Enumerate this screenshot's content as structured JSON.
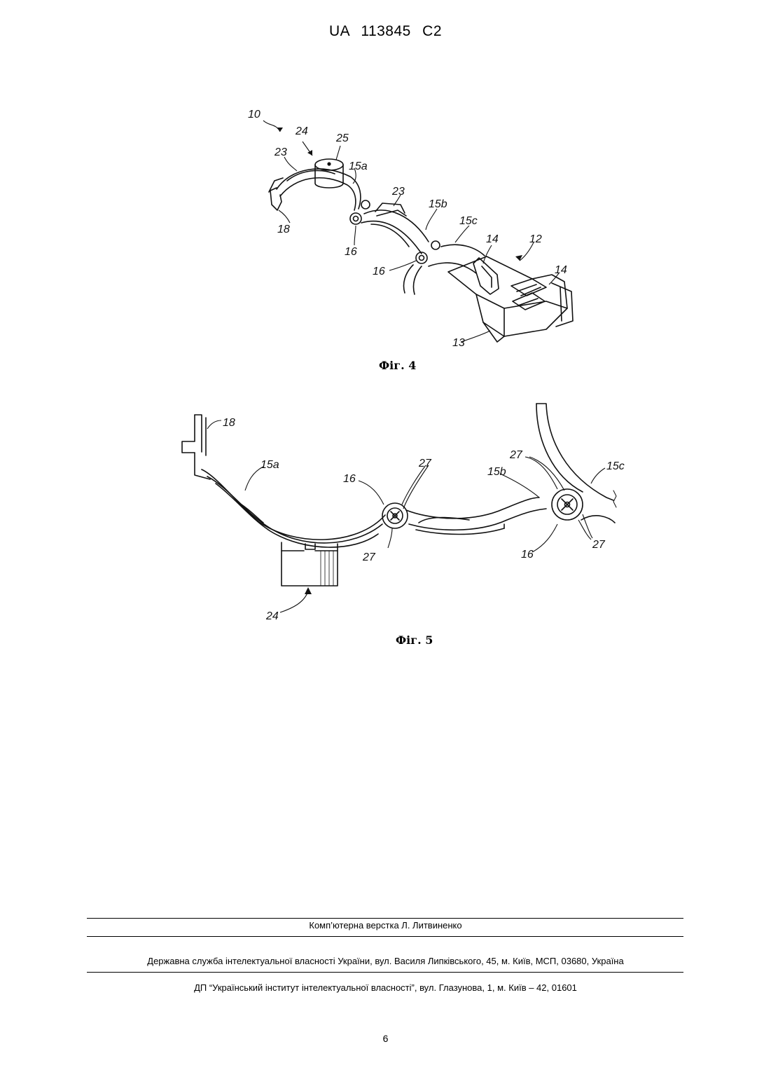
{
  "header": {
    "patent_number": "UA   113845   C2"
  },
  "figure4": {
    "caption": "Фіг. 4",
    "labels": {
      "l10": "10",
      "l12": "12",
      "l13": "13",
      "l14a": "14",
      "l14b": "14",
      "l15a": "15a",
      "l15b": "15b",
      "l15c": "15c",
      "l16a": "16",
      "l16b": "16",
      "l18": "18",
      "l23a": "23",
      "l23b": "23",
      "l24": "24",
      "l25": "25"
    }
  },
  "figure5": {
    "caption": "Фіг. 5",
    "labels": {
      "l15a": "15a",
      "l15b": "15b",
      "l15c": "15c",
      "l16a": "16",
      "l16b": "16",
      "l18": "18",
      "l24": "24",
      "l27a": "27",
      "l27b": "27",
      "l27c": "27",
      "l27d": "27"
    }
  },
  "footer": {
    "layout_credit": "Комп’ютерна верстка Л. Литвиненко",
    "office_address": "Державна служба інтелектуальної власності України, вул. Василя Липківського, 45, м. Київ, МСП, 03680, Україна",
    "institute_address": "ДП “Український інститут інтелектуальної власності”, вул. Глазунова, 1, м. Київ – 42, 01601"
  },
  "page_number": "6"
}
